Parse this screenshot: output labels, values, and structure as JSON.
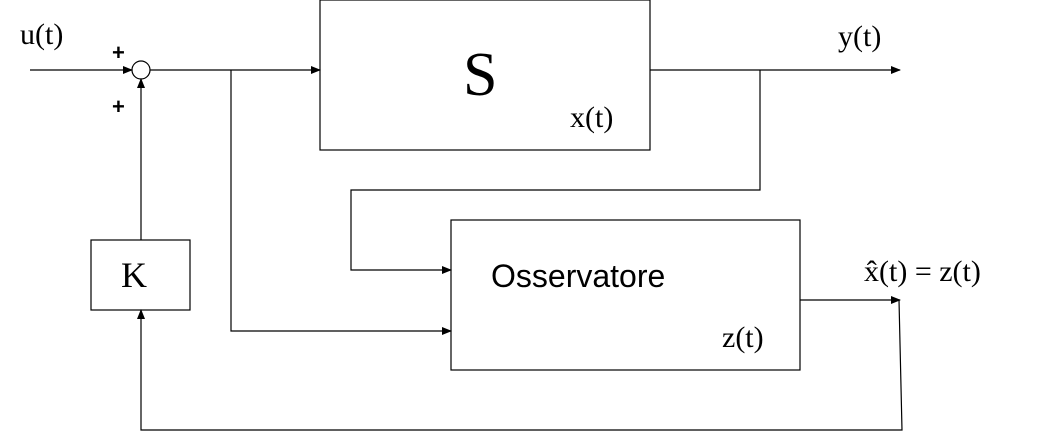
{
  "signals": {
    "input": "u(t)",
    "output": "y(t)",
    "estimate": "x̂(t) = z(t)"
  },
  "summing_junction": {
    "sign_top": "+",
    "sign_bottom": "+"
  },
  "blocks": {
    "system": {
      "name": "S",
      "state": "x(t)"
    },
    "observer": {
      "name": "Osservatore",
      "state": "z(t)"
    },
    "gain": {
      "name": "K"
    }
  }
}
